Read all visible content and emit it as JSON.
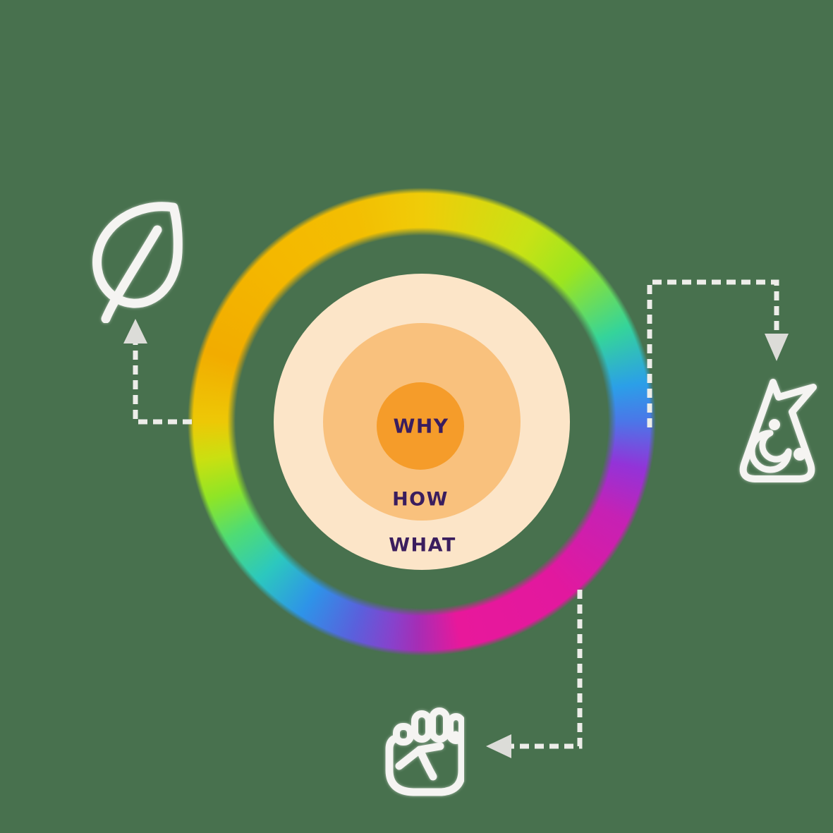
{
  "golden_circle": {
    "why_label": "WHY",
    "how_label": "HOW",
    "what_label": "WHAT"
  },
  "icons": {
    "top_left": "leaf-icon",
    "right": "potion-flask-icon",
    "bottom": "raised-fist-icon"
  },
  "colors": {
    "background": "#48714E",
    "outer_circle": "#FCE5C8",
    "middle_circle": "#F9C17D",
    "inner_circle": "#F59C2A",
    "label_text": "#3A1D5E",
    "icon_stroke": "#F5F4F2",
    "connector_dash": "#EDEDE9",
    "connector_arrowhead": "#DCDCD8"
  },
  "ring_gradient_stops": [
    {
      "deg": 0,
      "color": "#F0CC08"
    },
    {
      "deg": 30,
      "color": "#C8E215"
    },
    {
      "deg": 45,
      "color": "#9CE51F"
    },
    {
      "deg": 65,
      "color": "#35D49A"
    },
    {
      "deg": 80,
      "color": "#2B9FE8"
    },
    {
      "deg": 90,
      "color": "#4B76E8"
    },
    {
      "deg": 102,
      "color": "#9333D8"
    },
    {
      "deg": 116,
      "color": "#C621B4"
    },
    {
      "deg": 140,
      "color": "#E2189E"
    },
    {
      "deg": 170,
      "color": "#E8189B"
    },
    {
      "deg": 181,
      "color": "#A62DB5"
    },
    {
      "deg": 188,
      "color": "#8742CC"
    },
    {
      "deg": 198,
      "color": "#5A60DC"
    },
    {
      "deg": 212,
      "color": "#2E93E8"
    },
    {
      "deg": 226,
      "color": "#2CC8BE"
    },
    {
      "deg": 239,
      "color": "#4FDC74"
    },
    {
      "deg": 250,
      "color": "#8FE526"
    },
    {
      "deg": 260,
      "color": "#C9E011"
    },
    {
      "deg": 270,
      "color": "#EDC806"
    },
    {
      "deg": 288,
      "color": "#F2AC00"
    },
    {
      "deg": 318,
      "color": "#F4B800"
    },
    {
      "deg": 342,
      "color": "#F3BE02"
    },
    {
      "deg": 360,
      "color": "#F0CC08"
    }
  ]
}
